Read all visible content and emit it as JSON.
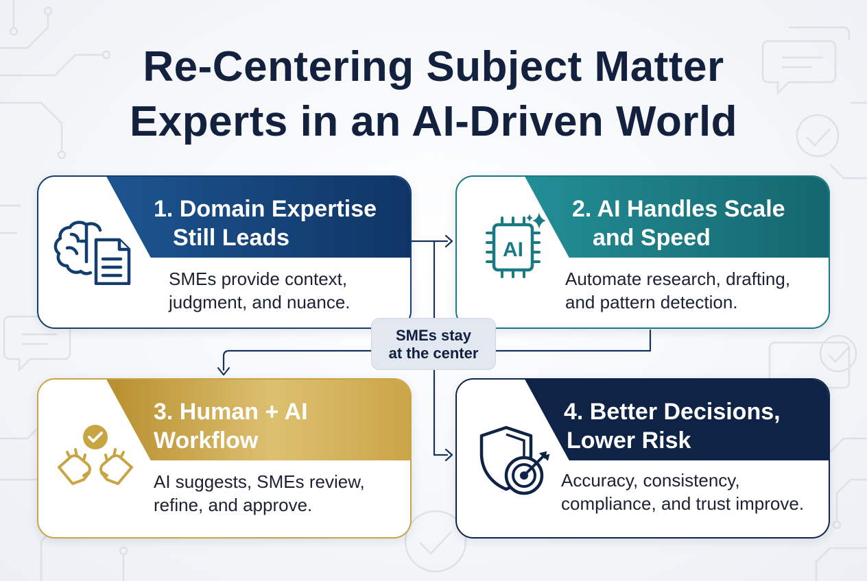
{
  "title": {
    "line1": "Re-Centering Subject Matter",
    "line2": "Experts in an AI-Driven World"
  },
  "center": {
    "line1": "SMEs stay",
    "line2": "at the center"
  },
  "cards": [
    {
      "title_line1": "1. Domain Expertise",
      "title_line2": "Still Leads",
      "desc_line1": "SMEs provide context,",
      "desc_line2": "judgment, and nuance.",
      "icon": "brain-document-icon",
      "color": "#123d6e"
    },
    {
      "title_line1": "2. AI Handles Scale",
      "title_line2": "and Speed",
      "desc_line1": "Automate research, drafting,",
      "desc_line2": "and pattern detection.",
      "icon": "ai-chip-icon",
      "icon_text": "AI",
      "color": "#1a7a83"
    },
    {
      "title_line1": "3. Human + AI",
      "title_line2": "Workflow",
      "desc_line1": "AI suggests, SMEs review,",
      "desc_line2": "refine, and approve.",
      "icon": "hands-check-icon",
      "color": "#c9a443"
    },
    {
      "title_line1": "4. Better Decisions,",
      "title_line2": "Lower Risk",
      "desc_line1": "Accuracy, consistency,",
      "desc_line2": "compliance, and trust improve.",
      "icon": "shield-target-icon",
      "color": "#0f2347"
    }
  ]
}
